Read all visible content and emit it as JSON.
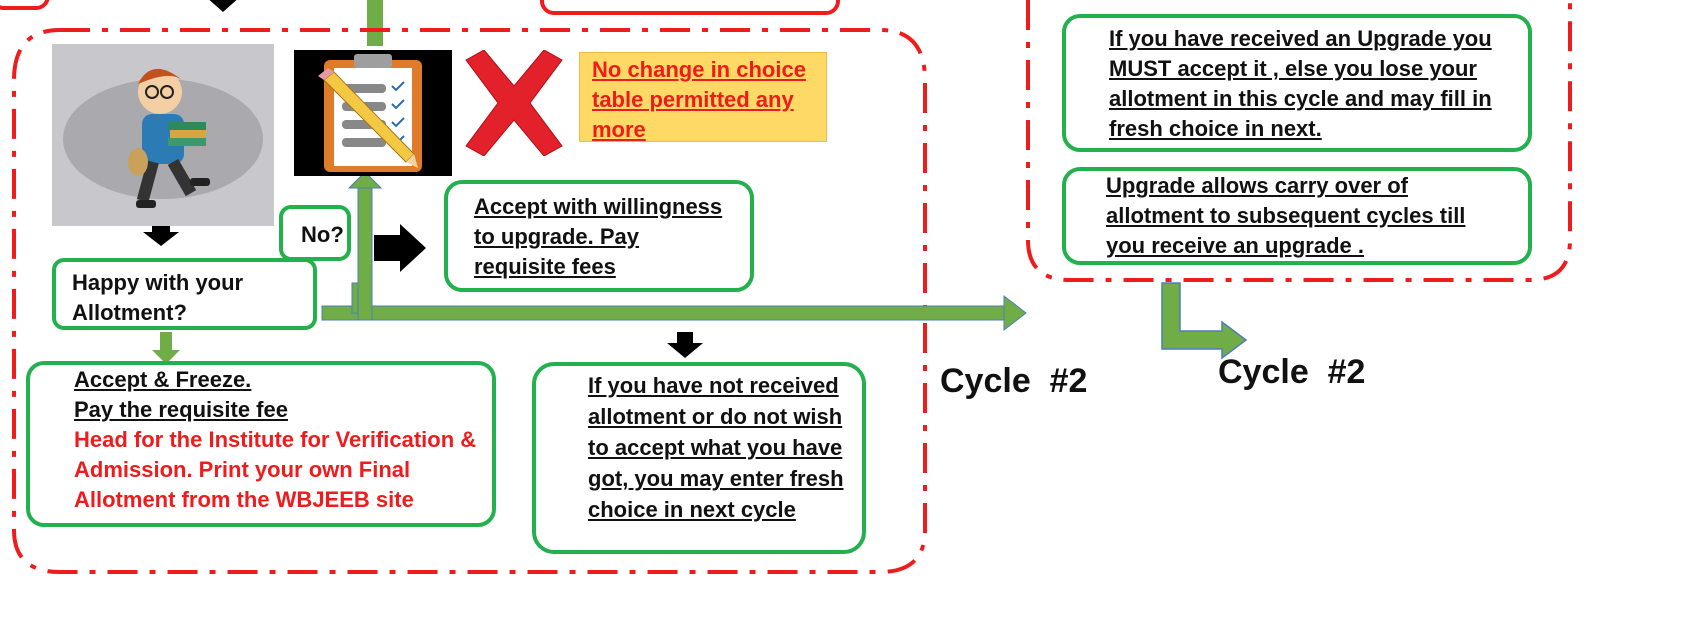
{
  "icons": {
    "student": "student-with-books-icon",
    "clipboard": "clipboard-checklist-icon",
    "cross": "red-cross-icon"
  },
  "colors": {
    "dashed_border": "#ee1c1c",
    "box_border": "#22b14c",
    "arrow_green": "#70ad47",
    "notice_bg": "#ffd966",
    "red_text": "#ee1c1c"
  },
  "notice": {
    "text": "No change in choice table permitted any more"
  },
  "no_label": "No?",
  "happy_box": {
    "text": "Happy with your Allotment?"
  },
  "accept_upgrade_box": {
    "text": "Accept with willingness to upgrade. Pay requisite fees"
  },
  "freeze_box": {
    "line1": "Accept & Freeze.",
    "line2": "Pay the requisite fee",
    "line3": "Head for the Institute for Verification & Admission. Print your own Final Allotment from the WBJEEB site"
  },
  "no_allotment_box": {
    "text": "If you have not received allotment or do not wish to accept what you have got, you may enter fresh choice in next cycle"
  },
  "upgrade_box": {
    "text": "If you have received an Upgrade you MUST accept it , else you lose your allotment in this cycle and may fill in fresh choice in next."
  },
  "carry_over_box": {
    "text": "Upgrade allows carry over of allotment to subsequent cycles till you receive an upgrade ."
  },
  "cycle_labels": {
    "left": "Cycle  #2",
    "right": "Cycle  #2"
  }
}
